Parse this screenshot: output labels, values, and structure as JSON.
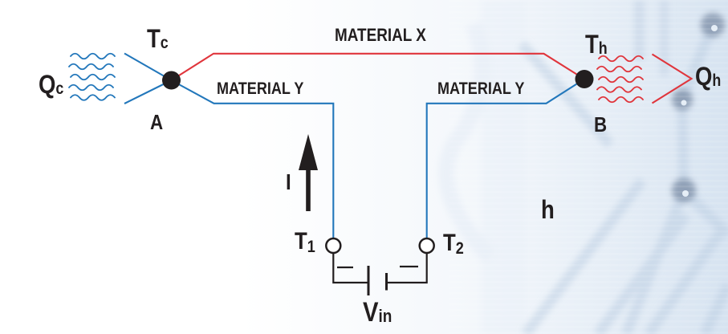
{
  "colors": {
    "hot": "#e0353c",
    "cold": "#2277bb",
    "ink": "#221e1f"
  },
  "diagram": {
    "heat_in": {
      "symbol": "Q",
      "sub": "c"
    },
    "junction_a": {
      "temp_symbol": "T",
      "temp_sub": "c",
      "name": "A"
    },
    "junction_b": {
      "temp_symbol": "T",
      "temp_sub": "h",
      "name": "B"
    },
    "heat_out": {
      "symbol": "Q",
      "sub": "h"
    },
    "material_x": "MATERIAL X",
    "material_y_left": "MATERIAL Y",
    "material_y_right": "MATERIAL Y",
    "current_label": "I",
    "terminal_1": {
      "symbol": "T",
      "sub": "1"
    },
    "terminal_2": {
      "symbol": "T",
      "sub": "2"
    },
    "source_label": {
      "symbol": "V",
      "sub": "in"
    },
    "h_note": "h"
  }
}
